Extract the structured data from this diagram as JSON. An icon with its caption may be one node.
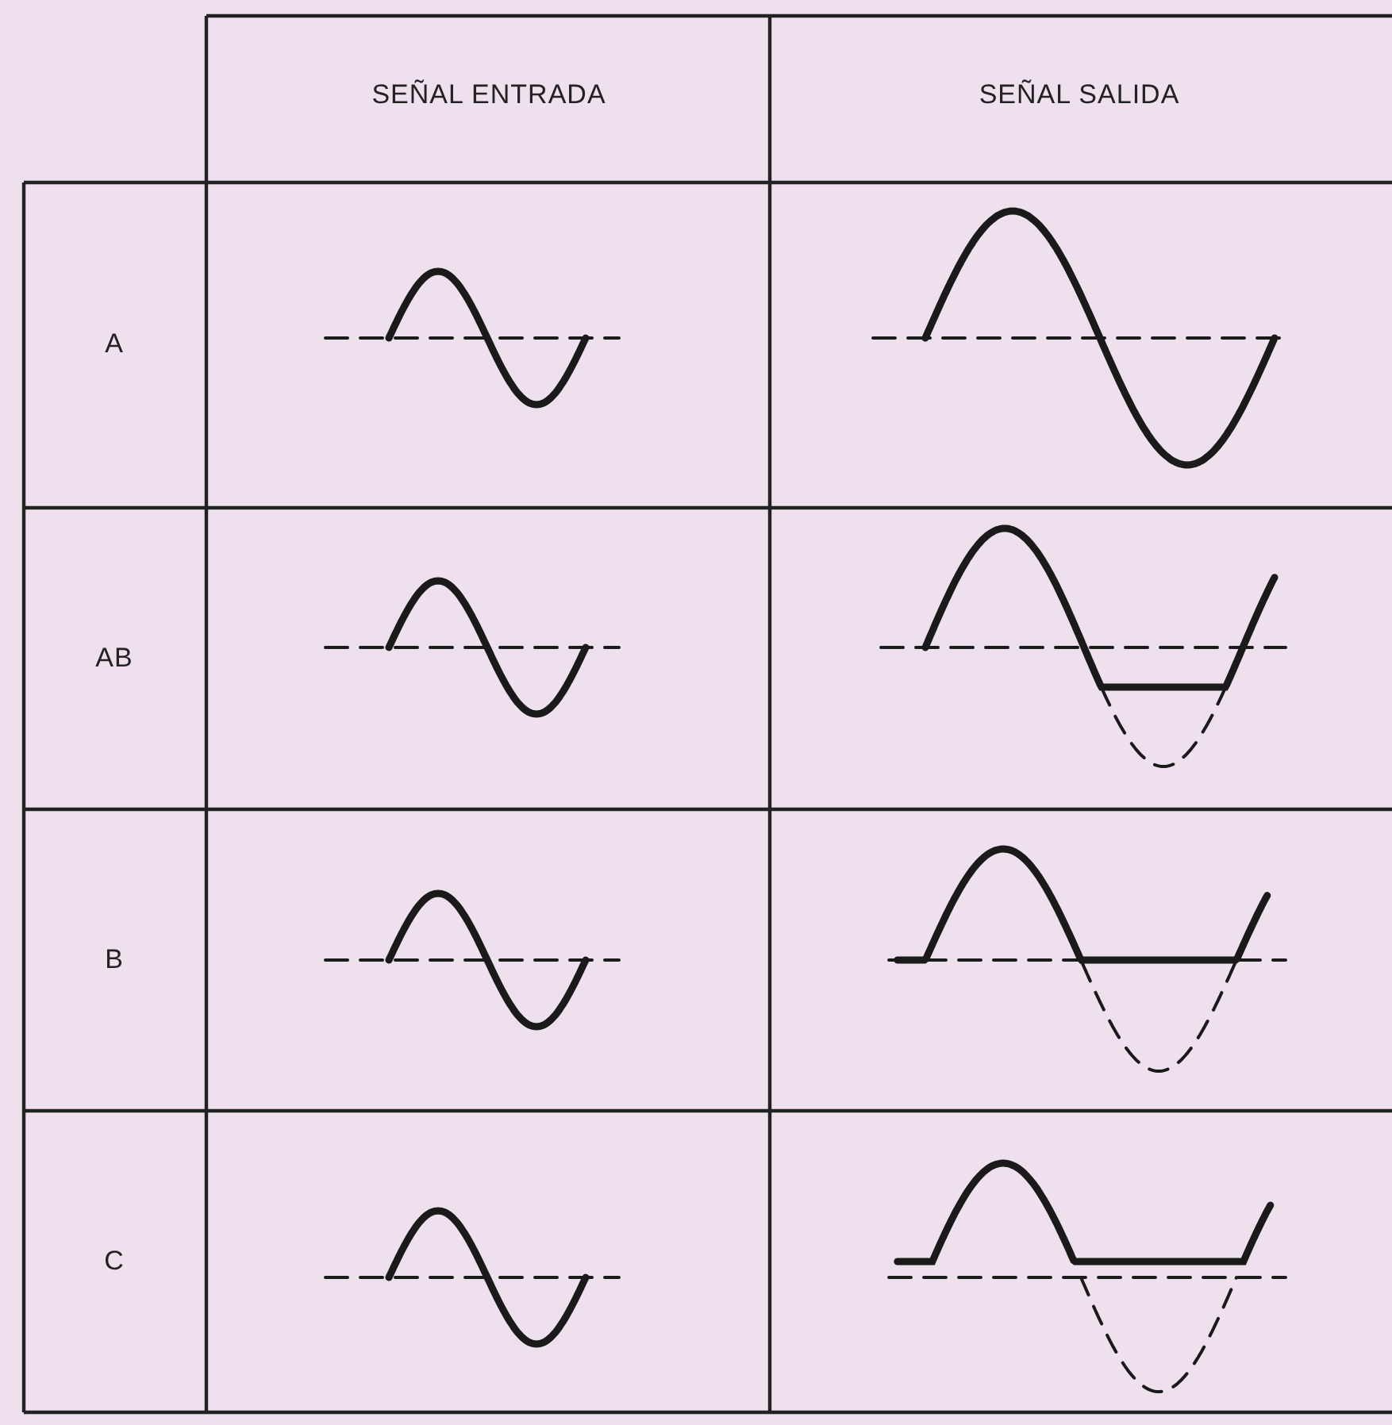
{
  "diagram": {
    "labels": [
      "SEÑAL ENTRADA",
      "SEÑAL SALIDA",
      "A",
      "AB",
      "B",
      "C"
    ]
  }
}
